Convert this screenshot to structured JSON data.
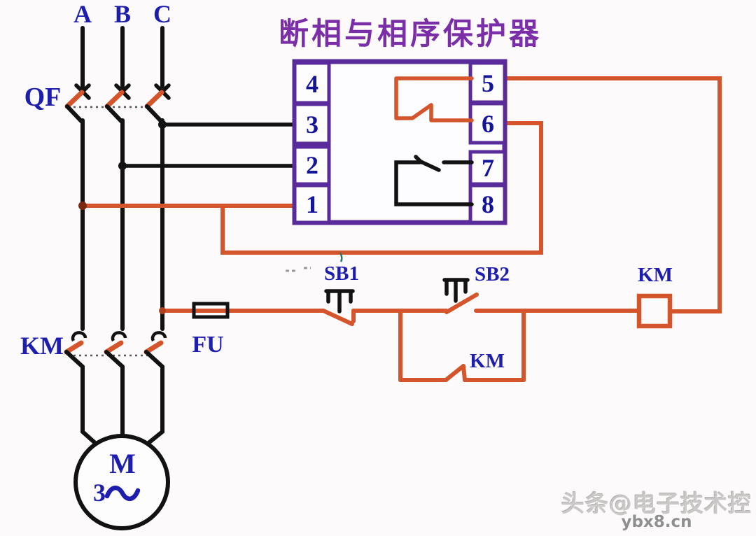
{
  "title": "断相与相序保护器",
  "power": {
    "phase_labels": [
      "A",
      "B",
      "C"
    ]
  },
  "breaker": {
    "label": "QF"
  },
  "contactor": {
    "main_label": "KM",
    "aux_label": "KM",
    "coil_label": "KM"
  },
  "protector": {
    "terminals_left": [
      "4",
      "3",
      "2",
      "1"
    ],
    "terminals_right": [
      "5",
      "6",
      "7",
      "8"
    ]
  },
  "fuse": {
    "label": "FU"
  },
  "buttons": {
    "stop_label": "SB1",
    "start_label": "SB2"
  },
  "motor": {
    "letter": "M",
    "phases": "3",
    "ac_symbol": "~"
  },
  "watermark": {
    "line1": "头条@电子技术控",
    "line2": "ybx8.cn"
  },
  "colors": {
    "wire_control": "#d4552c",
    "wire_main": "#121212",
    "protector_outline": "#5a2b9a",
    "label_blue": "#1e1eae",
    "number_blue": "#15159a",
    "title_purple": "#7a2fa8",
    "background": "#fcfafb"
  }
}
